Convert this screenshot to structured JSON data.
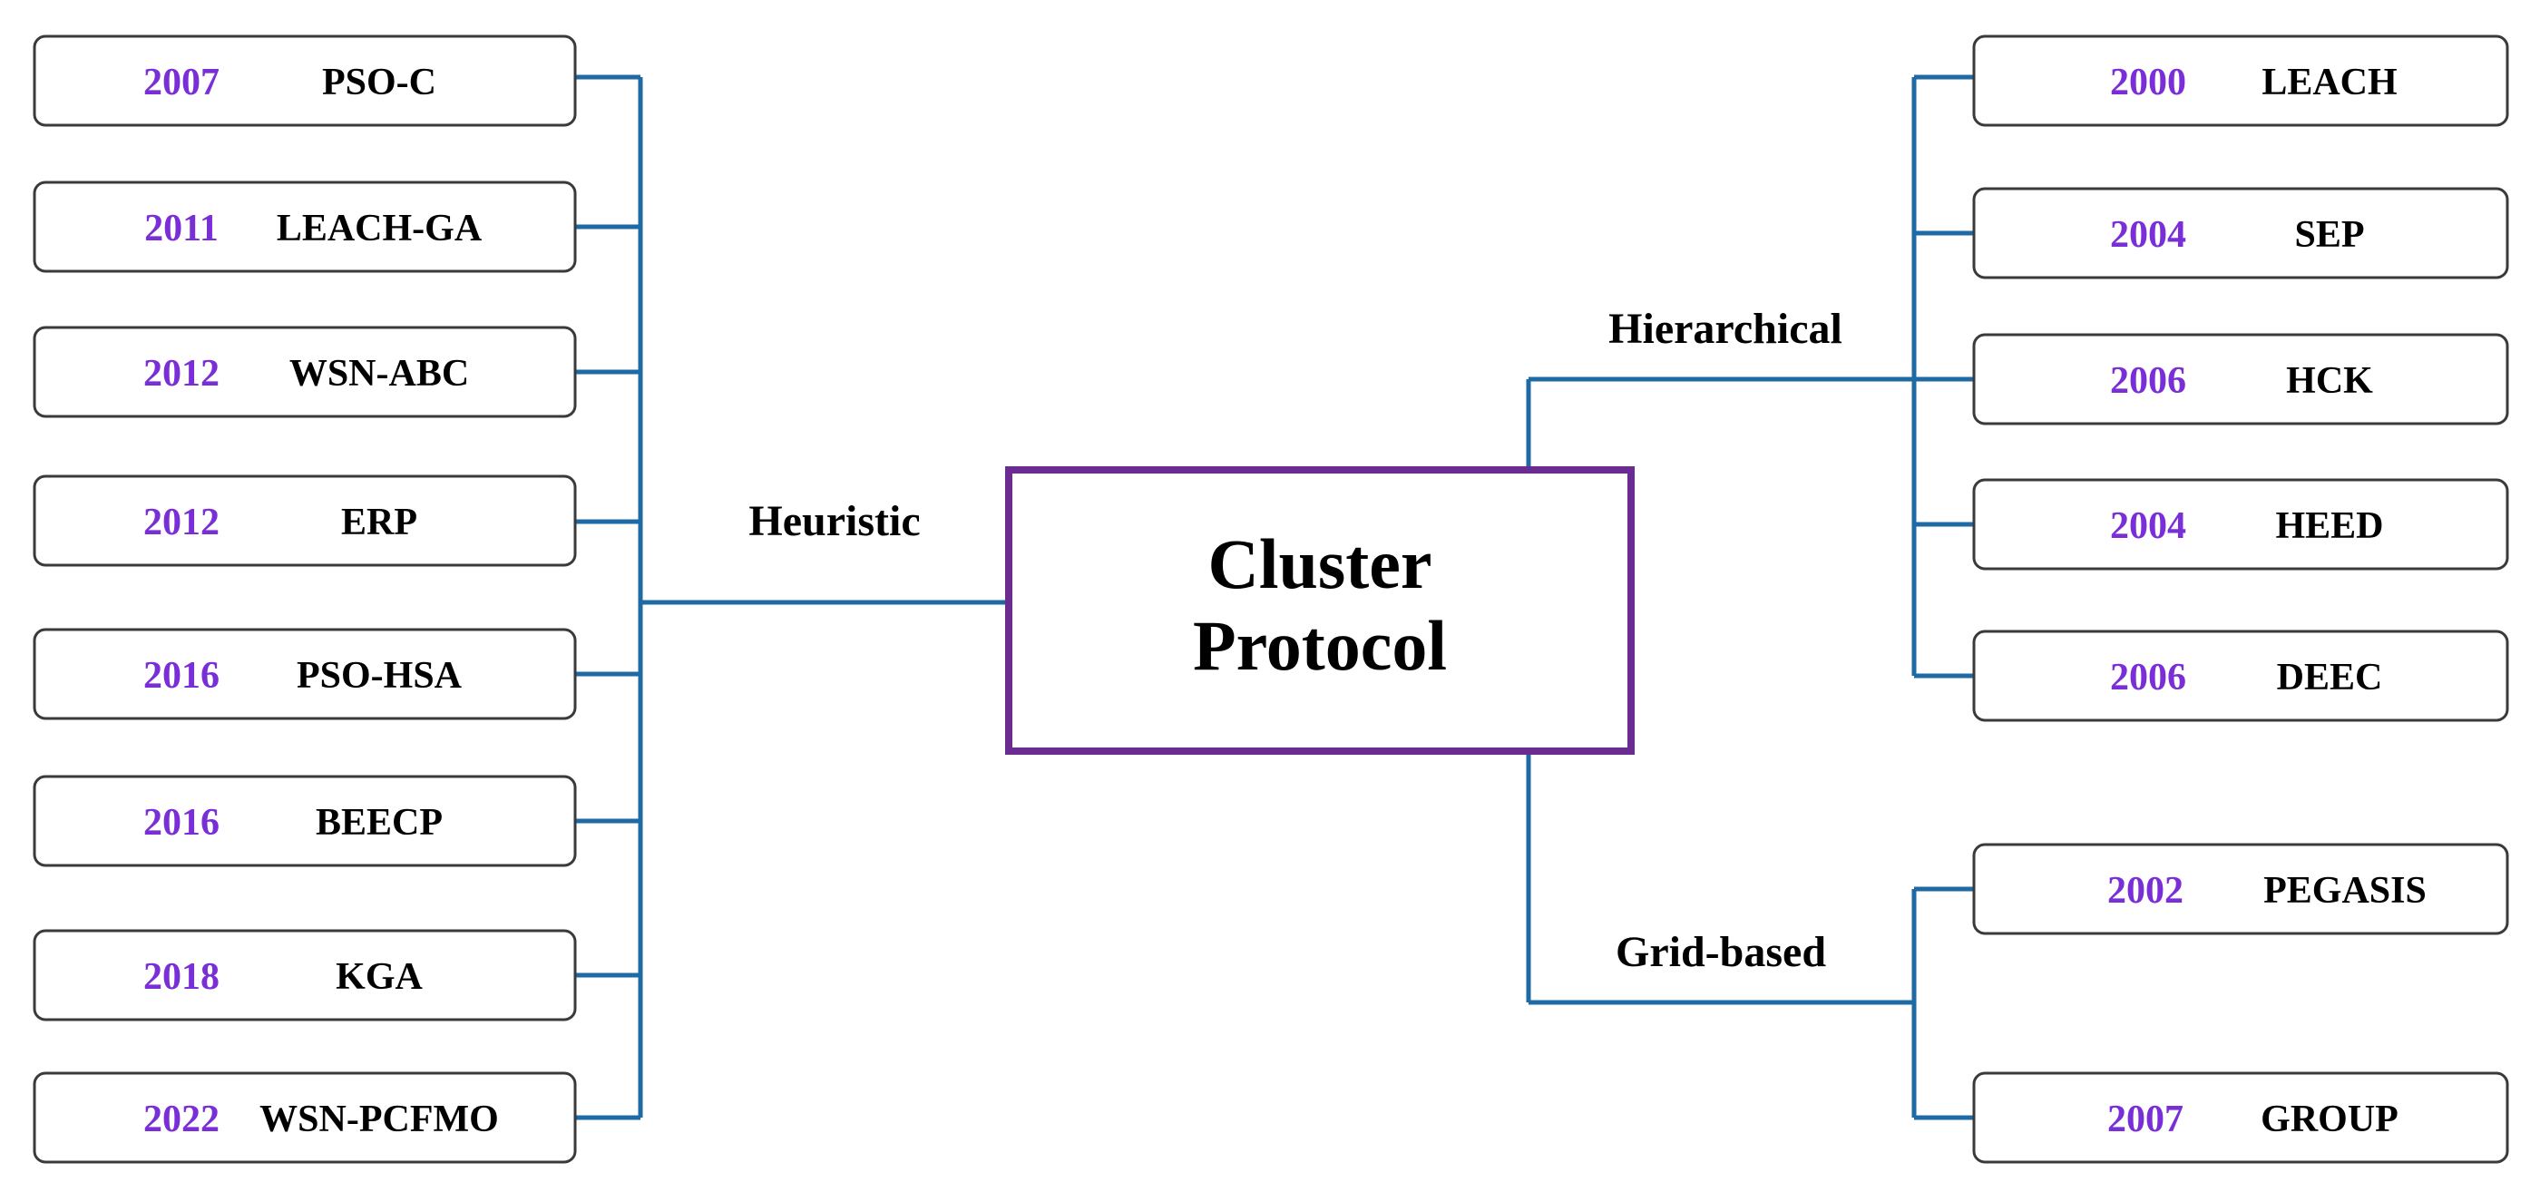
{
  "center": {
    "line1": "Cluster",
    "line2": "Protocol"
  },
  "categories": {
    "heuristic": "Heuristic",
    "hierarchical": "Hierarchical",
    "grid": "Grid-based"
  },
  "heuristic_items": [
    {
      "year": "2007",
      "name": "PSO-C"
    },
    {
      "year": "2011",
      "name": "LEACH-GA"
    },
    {
      "year": "2012",
      "name": "WSN-ABC"
    },
    {
      "year": "2012",
      "name": "ERP"
    },
    {
      "year": "2016",
      "name": "PSO-HSA"
    },
    {
      "year": "2016",
      "name": "BEECP"
    },
    {
      "year": "2018",
      "name": "KGA"
    },
    {
      "year": "2022",
      "name": "WSN-PCFMO"
    }
  ],
  "hierarchical_items": [
    {
      "year": "2000",
      "name": "LEACH"
    },
    {
      "year": "2004",
      "name": "SEP"
    },
    {
      "year": "2006",
      "name": "HCK"
    },
    {
      "year": "2004",
      "name": "HEED"
    },
    {
      "year": "2006",
      "name": "DEEC"
    }
  ],
  "grid_items": [
    {
      "year": "2002",
      "name": "PEGASIS"
    },
    {
      "year": "2007",
      "name": "GROUP"
    }
  ],
  "colors": {
    "connector": "#1d6aa5",
    "year": "#7a2ed8",
    "center_border": "#6a2c91"
  }
}
